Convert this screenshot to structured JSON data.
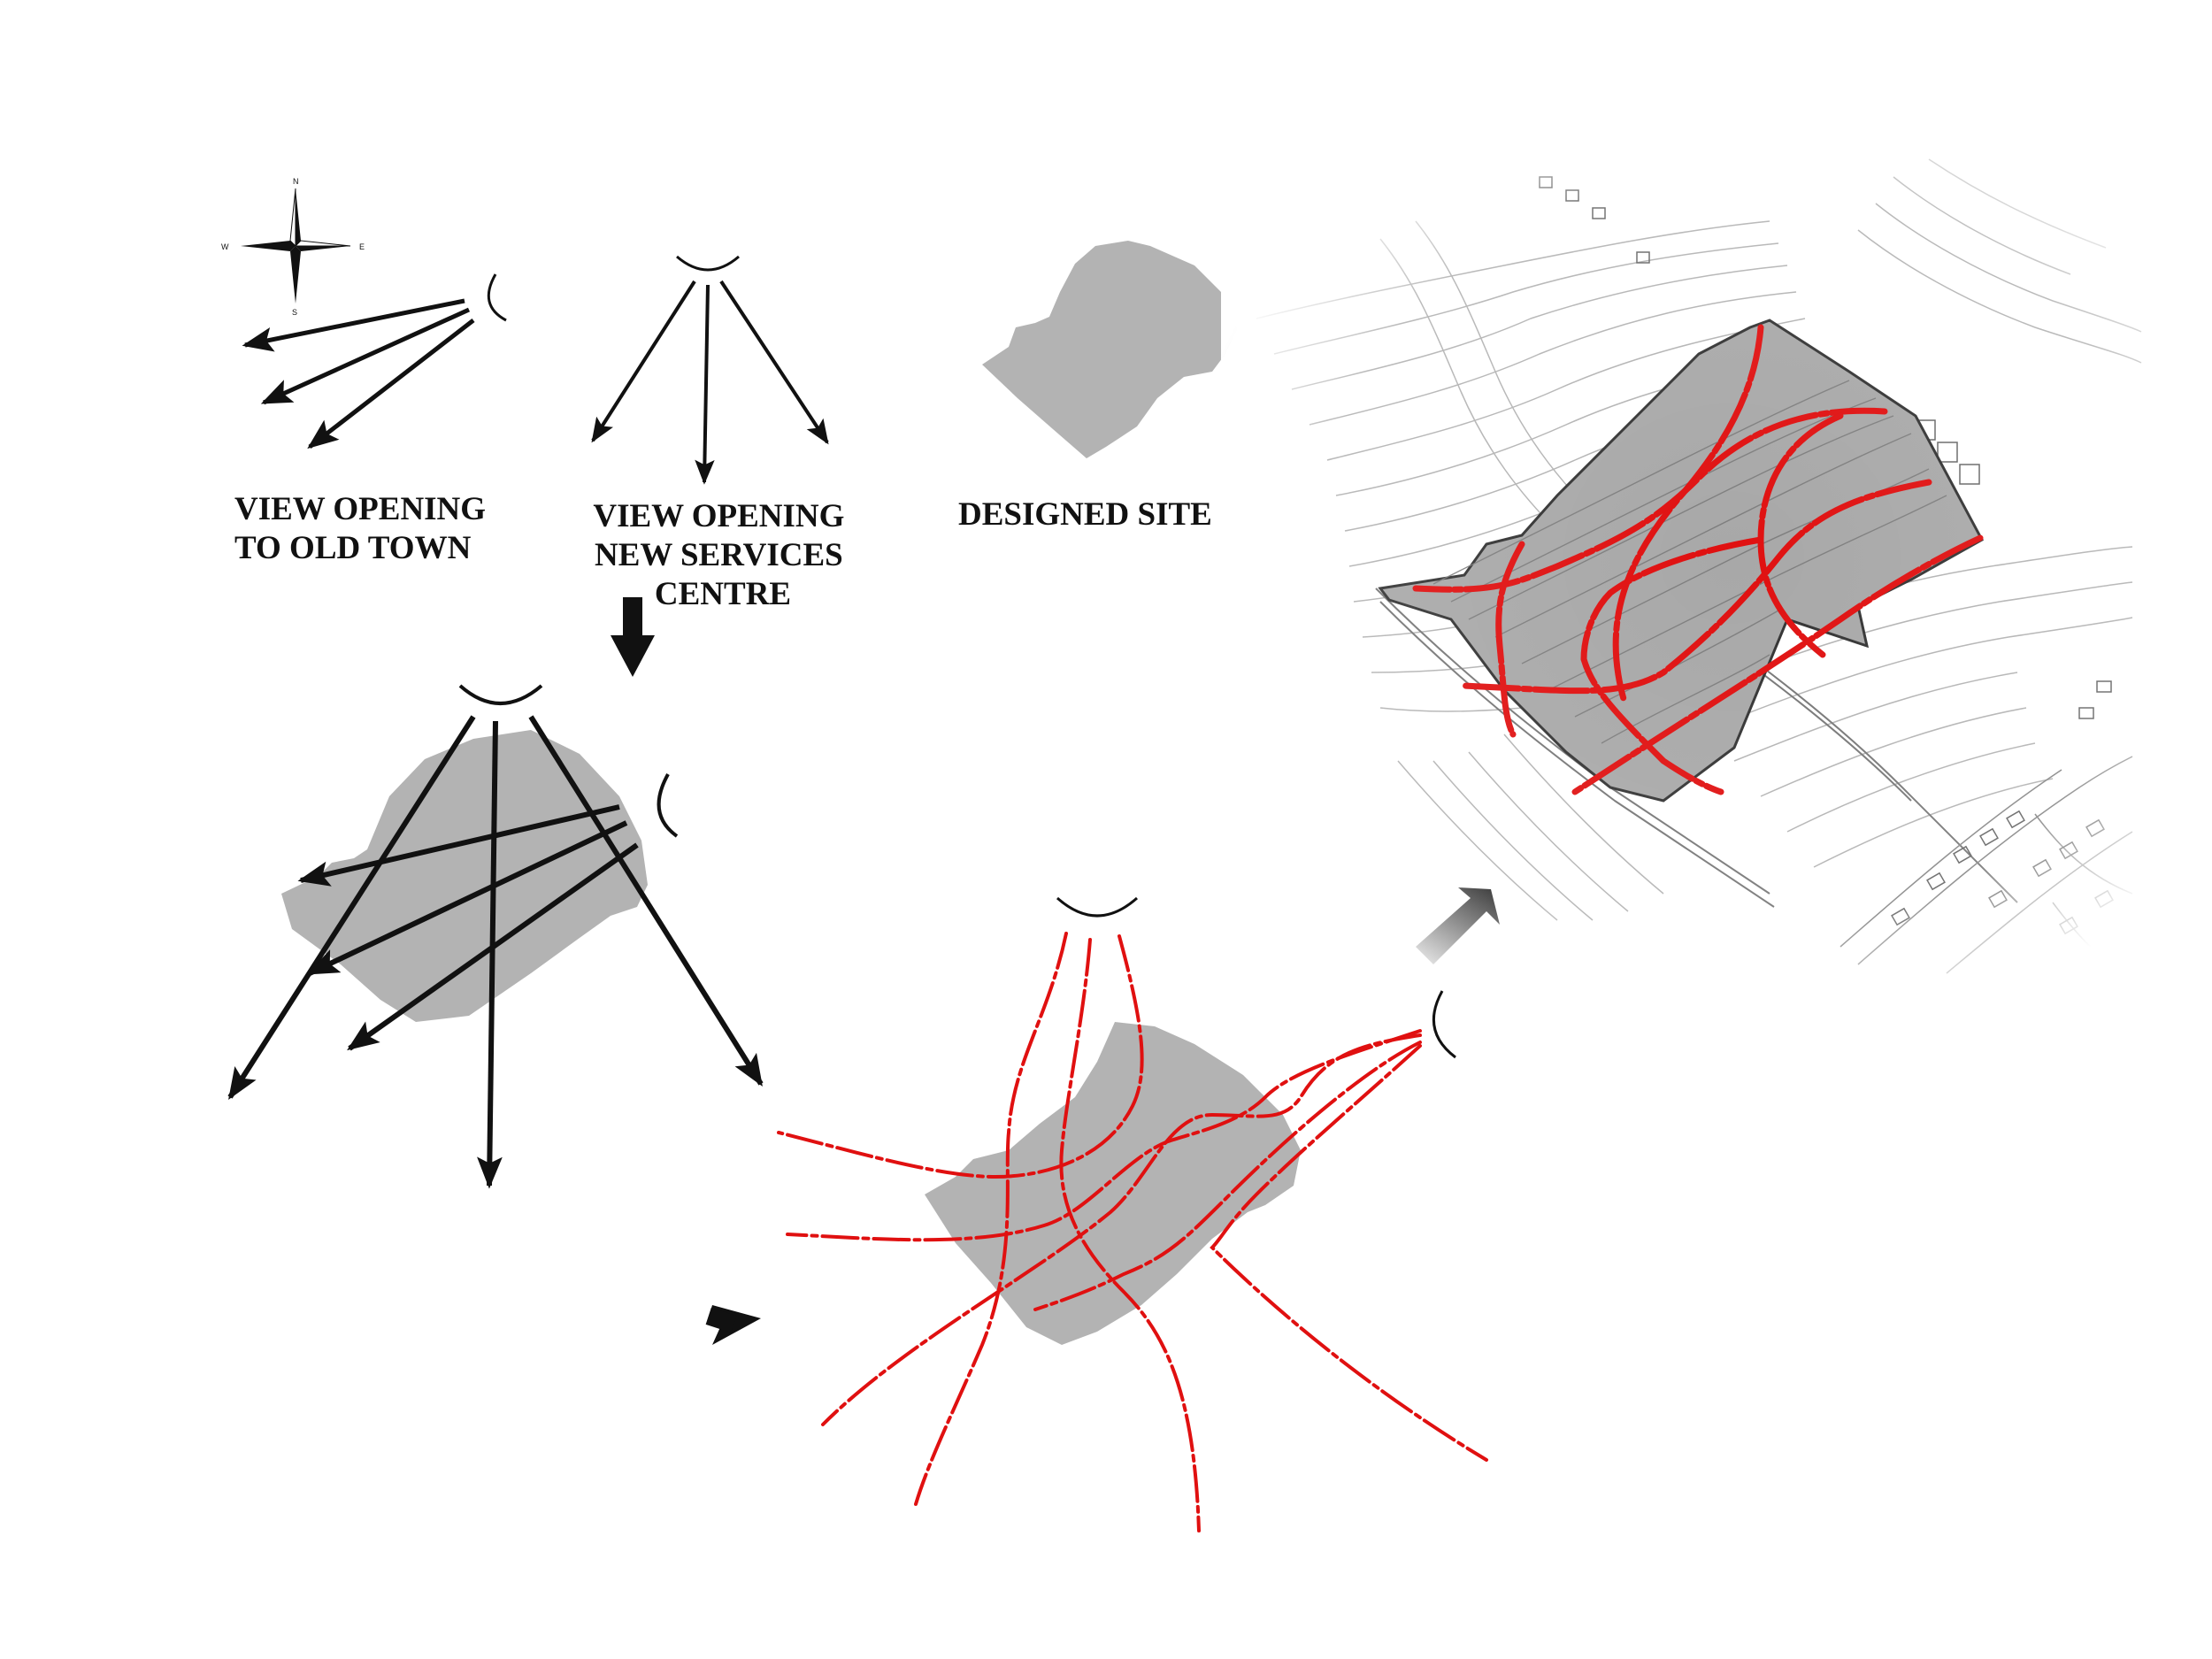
{
  "labels": {
    "view_old_town": [
      "VIEW OPENING",
      "TO OLD TOWN"
    ],
    "view_services": [
      "VIEW OPENING",
      "NEW SERVICES",
      "CENTRE"
    ],
    "designed_site": "DESIGNED SITE"
  },
  "compass": {
    "n": "N",
    "s": "S",
    "e": "E",
    "w": "W"
  },
  "colors": {
    "site_fill": "#b3b3b3",
    "view_line": "#111111",
    "path_red": "#e01010",
    "map_line": "#9a9a9a"
  },
  "icons": {
    "compass": "compass-rose-icon",
    "eye": "viewpoint-arc-icon",
    "flow_arrow": "flow-arrow-icon"
  }
}
